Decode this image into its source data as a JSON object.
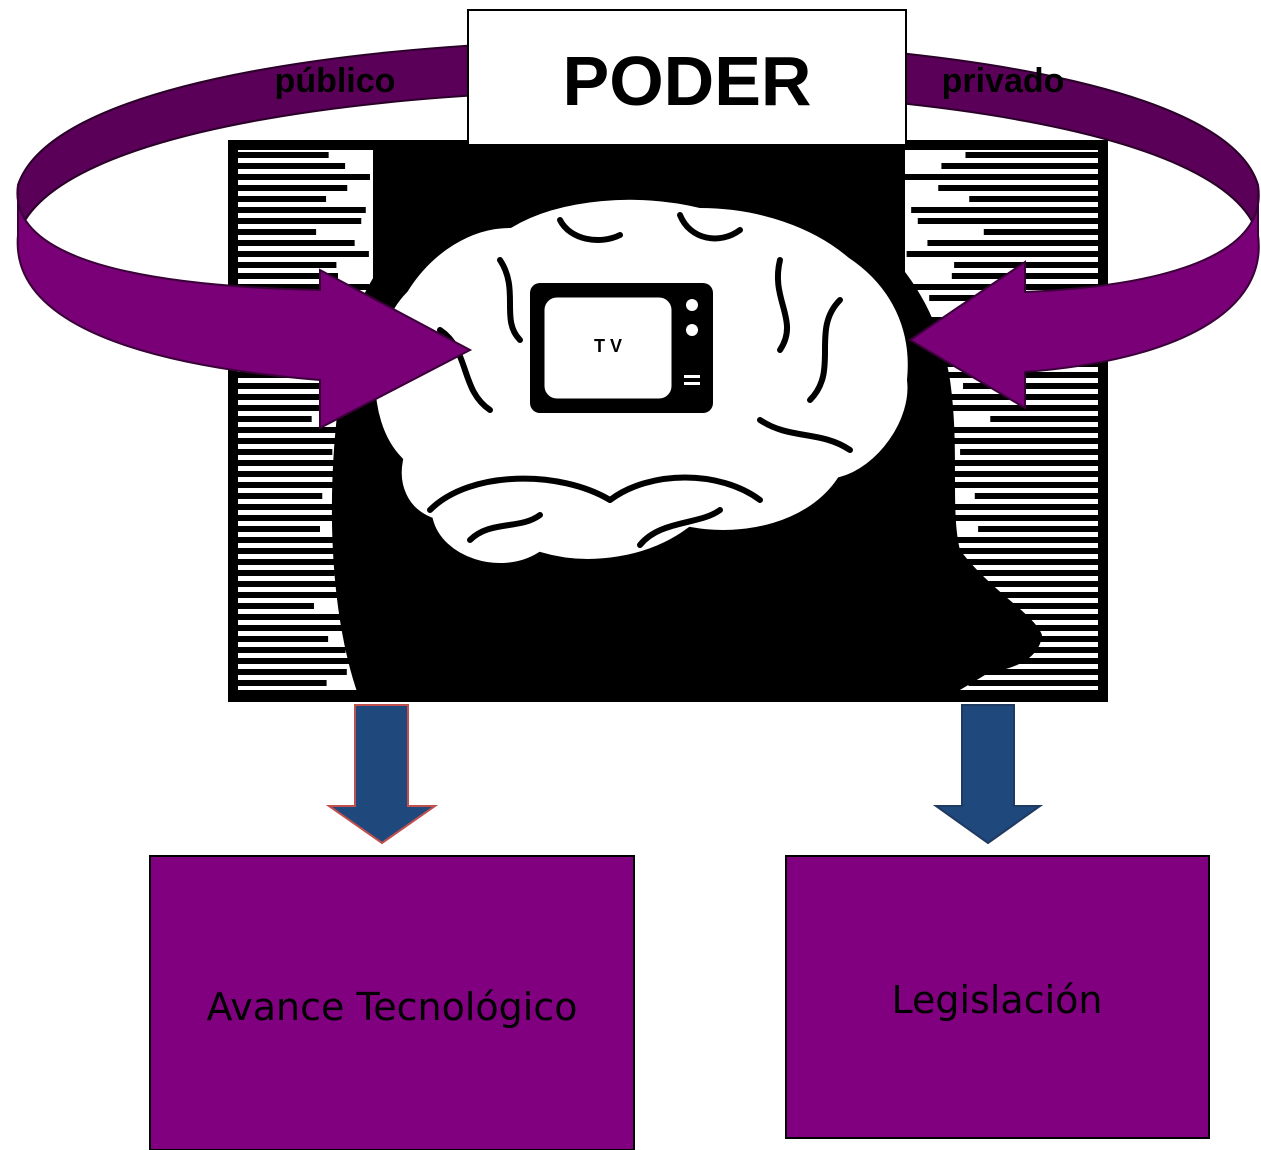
{
  "title": "PODER",
  "ring_labels": {
    "left": "público",
    "right": "privado"
  },
  "tv_label": "T V",
  "boxes": {
    "left": "Avance Tecnológico",
    "right": "Legislación"
  },
  "colors": {
    "purple": "#7a0078",
    "purple_dark": "#5a0058",
    "arrow_blue": "#1f497d",
    "ink": "#000000",
    "paper": "#ffffff"
  }
}
